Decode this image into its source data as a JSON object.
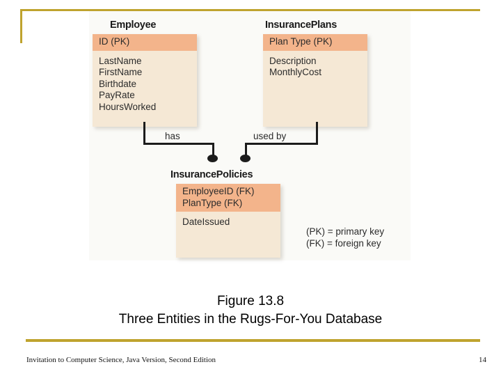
{
  "slide": {
    "accent_color": "#BFA32E",
    "key_band_color": "#F3B48B",
    "attr_band_color": "#F5E8D5",
    "figure_bg_color": "#FAFAF7"
  },
  "figure": {
    "entities": [
      {
        "title": "Employee",
        "keys": [
          "ID (PK)"
        ],
        "attributes": [
          "LastName",
          "FirstName",
          "Birthdate",
          "PayRate",
          "HoursWorked"
        ]
      },
      {
        "title": "InsurancePlans",
        "keys": [
          "Plan Type (PK)"
        ],
        "attributes": [
          "Description",
          "MonthlyCost"
        ]
      },
      {
        "title": "InsurancePolicies",
        "keys": [
          "EmployeeID (FK)",
          "PlanType (FK)"
        ],
        "attributes": [
          "DateIssued"
        ]
      }
    ],
    "relationships": [
      {
        "label": "has"
      },
      {
        "label": "used by"
      }
    ],
    "legend": [
      "(PK) = primary key",
      "(FK) = foreign key"
    ]
  },
  "caption": {
    "line1": "Figure 13.8",
    "line2": "Three Entities in the Rugs-For-You Database"
  },
  "footer": {
    "source": "Invitation to Computer Science, Java Version, Second Edition",
    "page_number": "14"
  }
}
